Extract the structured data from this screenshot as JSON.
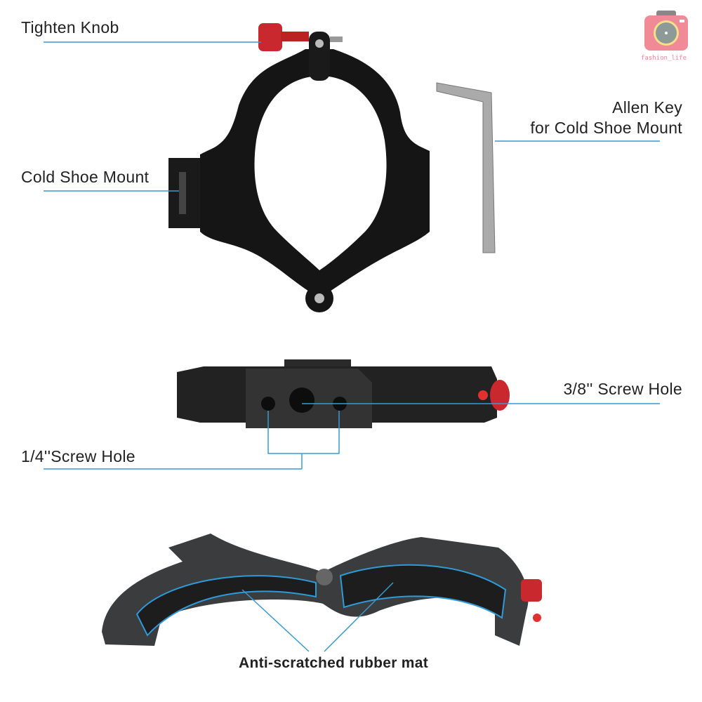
{
  "labels": {
    "tighten_knob": "Tighten Knob",
    "allen_key_line1": "Allen Key",
    "allen_key_line2": "for Cold Shoe Mount",
    "cold_shoe_mount": "Cold Shoe Mount",
    "screw_hole_38": "3/8'' Screw Hole",
    "screw_hole_14": "1/4''Screw Hole",
    "rubber_mat": "Anti-scratched rubber mat"
  },
  "logo": {
    "text": "fashion_life",
    "color": "#f08a96"
  },
  "colors": {
    "callout_line": "#3a9ad0",
    "body": "#1a1a1a",
    "knob": "#c8282e",
    "rubber_outline": "#2f9ad8"
  }
}
